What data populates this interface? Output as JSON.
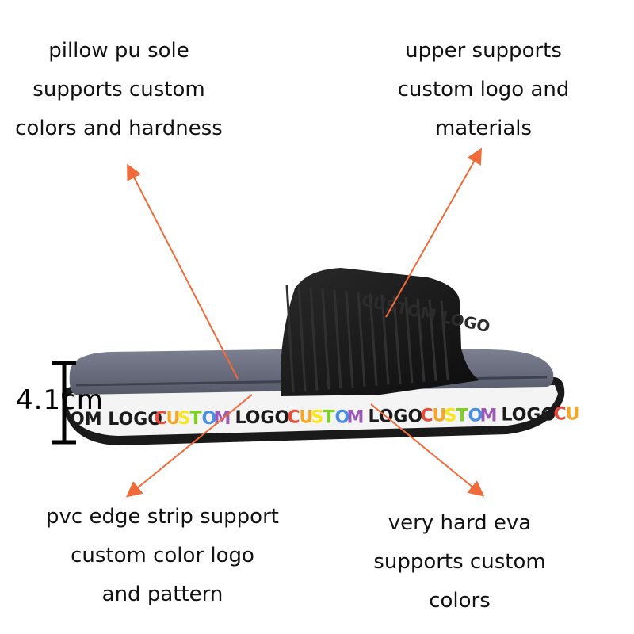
{
  "annotations": {
    "sole": [
      "pillow pu sole",
      "supports custom",
      "colors and hardness"
    ],
    "upper": [
      "upper supports",
      "custom logo and",
      "materials"
    ],
    "strip": [
      "pvc edge strip support",
      "custom color logo",
      "and pattern"
    ],
    "eva": [
      "very hard eva",
      "supports custom",
      "colors"
    ]
  },
  "height_label": "4.1cm",
  "strip_text": [
    "OM LOGO",
    "CUSTOM",
    "LOGO",
    "CUSTOM",
    "LOGO",
    "CUSTOM",
    "LOGO",
    "CU"
  ],
  "upper_emboss_text": "CUSTOM LOGO",
  "colors": {
    "arrow": "#f06a3a",
    "upper": "#161616",
    "footbed": "#6b6f80",
    "strip_bg": "#f4f4f4",
    "outsole": "#1a1a1a",
    "custom_letters": [
      "#e74c3c",
      "#f5a623",
      "#f8e71c",
      "#7ed321",
      "#4a90e2",
      "#9b59b6"
    ]
  }
}
